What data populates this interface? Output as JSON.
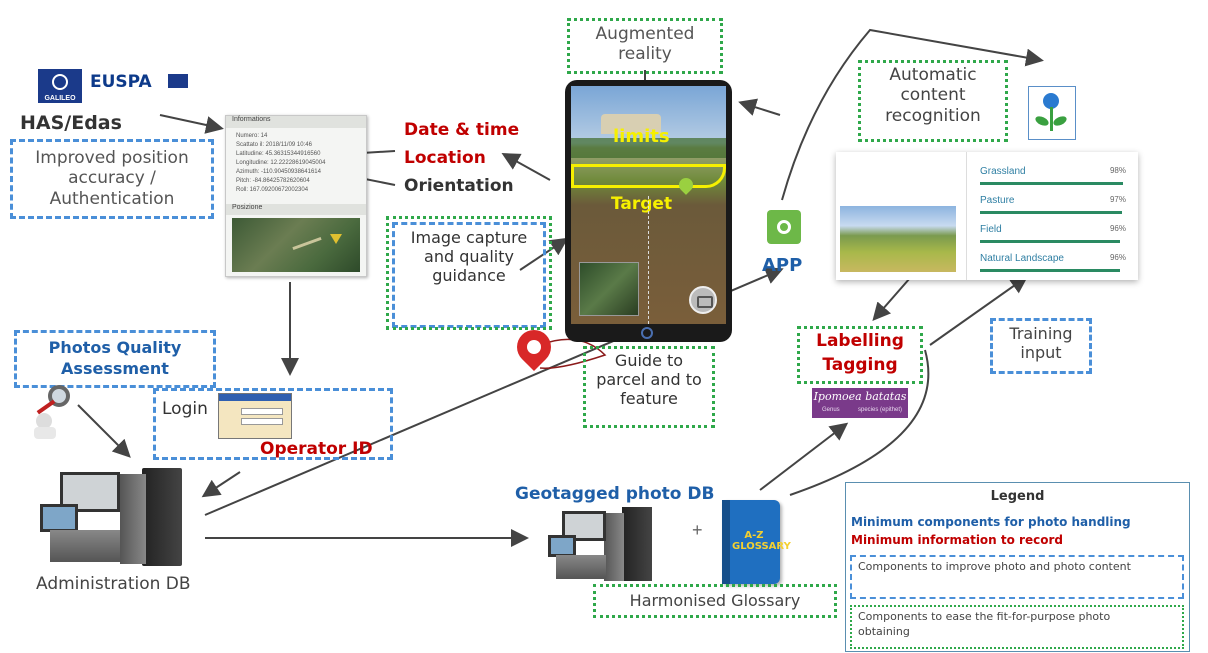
{
  "logos": {
    "galileo": "GALILEO",
    "euspa": "EUSPA"
  },
  "left": {
    "has_edas": "HAS/Edas",
    "improved_position": "Improved position accuracy / Authentication",
    "info_panel": {
      "header": "Informations",
      "rows": [
        "Numero: 14",
        "Scattato il: 2018/11/09 10:46",
        "Latitudine: 45.36315344916560",
        "Longitudine: 12.22228619045004",
        "Azimuth: -110.90450938641614",
        "Pitch: -84.86425782620604",
        "Roll: 167.09200672002304"
      ],
      "position_header": "Posizione"
    },
    "date_time": "Date & time",
    "location": "Location",
    "orientation": "Orientation",
    "photos_quality": "Photos Quality Assessment",
    "login": "Login",
    "operator_id": "Operator ID",
    "admin_db": "Administration DB"
  },
  "center": {
    "augmented_reality": "Augmented reality",
    "limits": "limits",
    "target": "Target",
    "image_capture": "Image capture and quality guidance",
    "guide_parcel": "Guide to parcel and to feature",
    "geotagged_db": "Geotagged photo DB",
    "plus": "+",
    "glossary_book": "A-Z GLOSSARY",
    "harmonised_glossary": "Harmonised Glossary",
    "app": "APP"
  },
  "right": {
    "auto_recognition": "Automatic content recognition",
    "results": [
      {
        "label": "Grassland",
        "pct": "98%",
        "fill": 0.98
      },
      {
        "label": "Pasture",
        "pct": "97%",
        "fill": 0.97
      },
      {
        "label": "Field",
        "pct": "96%",
        "fill": 0.96
      },
      {
        "label": "Natural Landscape",
        "pct": "96%",
        "fill": 0.96
      }
    ],
    "labelling": "Labelling",
    "tagging": "Tagging",
    "training_input": "Training input",
    "ipomoea": "Ipomoea batatas",
    "genus": "Genus",
    "species": "species (epithet)"
  },
  "legend": {
    "title": "Legend",
    "min_components": "Minimum components for photo handling",
    "min_info": "Minimum information to record",
    "improve": "Components to improve photo and photo content",
    "ease": "Components to ease the fit-for-purpose photo obtaining"
  }
}
